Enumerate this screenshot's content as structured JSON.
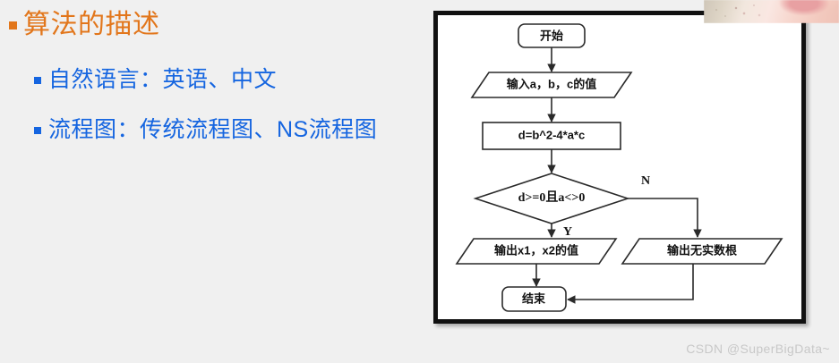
{
  "slide": {
    "background_color": "#f0f0f0",
    "heading": {
      "text": "算法的描述",
      "color": "#E2761B",
      "bullet": "square-bullet-orange"
    },
    "sub_bullets": [
      {
        "text": "自然语言：英语、中文",
        "color": "#1565E0",
        "bullet": "square-bullet-blue"
      },
      {
        "text": "流程图：传统流程图、NS流程图",
        "color": "#1565E0",
        "bullet": "square-bullet-blue"
      }
    ]
  },
  "flowchart": {
    "frame_border_color": "#111111",
    "canvas_color": "#ffffff",
    "nodes": {
      "start": {
        "label": "开始",
        "shape": "terminator"
      },
      "input": {
        "label": "输入a，b，c的值",
        "shape": "parallelogram"
      },
      "process": {
        "label": "d=b^2-4*a*c",
        "shape": "rectangle"
      },
      "decision": {
        "label": "d>=0且a<>0",
        "shape": "diamond"
      },
      "output_roots": {
        "label": "输出x1，x2的值",
        "shape": "parallelogram"
      },
      "output_noroots": {
        "label": "输出无实数根",
        "shape": "parallelogram"
      },
      "end": {
        "label": "结束",
        "shape": "terminator"
      }
    },
    "branch_labels": {
      "yes": "Y",
      "no": "N"
    }
  },
  "watermark": {
    "text": "CSDN @SuperBigData~",
    "color": "#c8c8c8"
  },
  "webcam": {
    "name": "webcam-overlay"
  }
}
